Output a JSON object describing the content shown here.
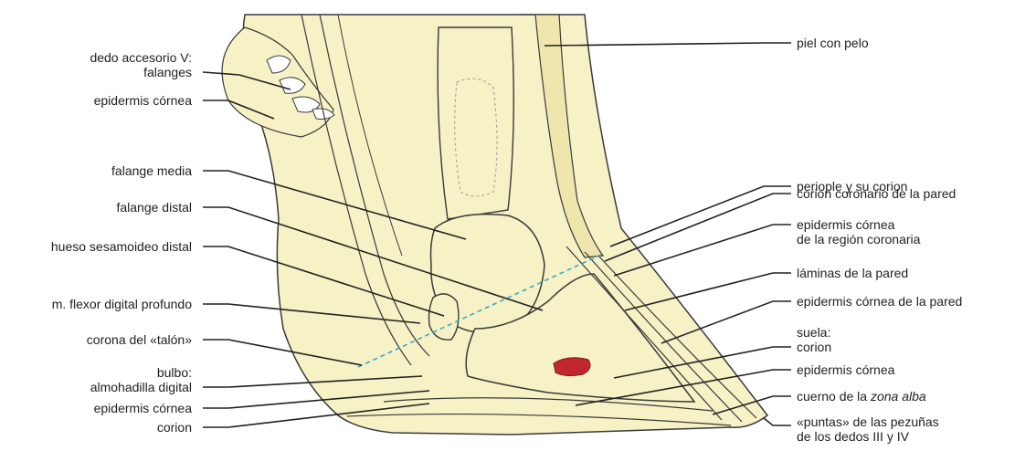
{
  "diagram": {
    "colors": {
      "fill": "#f7f1c6",
      "stroke": "#3a3a3a",
      "leader": "#222222",
      "dashed_line": "#3aa7c7",
      "red_spot": "#c2272d"
    },
    "left_labels": {
      "dedo_accesorio": "dedo accesorio V:",
      "falanges": "falanges",
      "epidermis_cornea_top": "epidermis córnea",
      "falange_media": "falange media",
      "falange_distal": "falange distal",
      "hueso_sesamoideo": "hueso sesamoideo distal",
      "flexor": "m. flexor digital profundo",
      "corona_talon": "corona del «talón»",
      "bulbo": "bulbo:",
      "almohadilla": "almohadilla digital",
      "epidermis_cornea_bottom": "epidermis córnea",
      "corion": "corion"
    },
    "right_labels": {
      "piel": "piel con pelo",
      "periople": "periople y su corion",
      "corion_coronario": "corion coronario de la pared",
      "epidermis_coronaria_1": "epidermis córnea",
      "epidermis_coronaria_2": "de la región coronaria",
      "laminas": "láminas de la pared",
      "epidermis_pared": "epidermis córnea de la pared",
      "suela": "suela:",
      "suela_corion": "corion",
      "suela_epidermis": "epidermis córnea",
      "cuerno_prefix": "cuerno de la ",
      "cuerno_italic": "zona alba",
      "puntas_1": "«puntas» de las pezuñas",
      "puntas_2": "de los dedos III y IV"
    }
  }
}
